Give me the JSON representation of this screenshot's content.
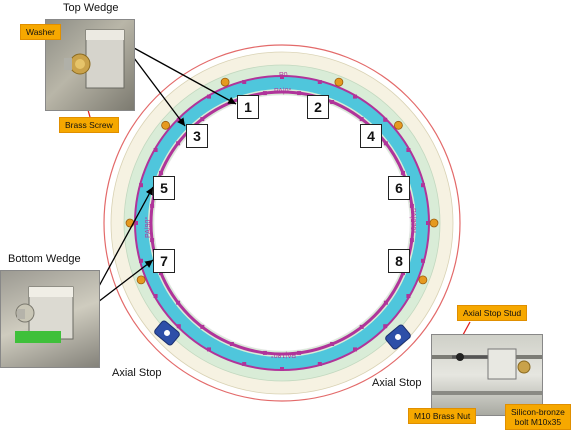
{
  "labels": {
    "top_wedge": "Top Wedge",
    "bottom_wedge": "Bottom Wedge",
    "axial_stop_left": "Axial Stop",
    "axial_stop_right": "Axial Stop"
  },
  "callouts": {
    "washer": "Washer",
    "brass_screw": "Brass Screw",
    "axial_stop_stud": "Axial Stop Stud",
    "m10_brass_nut": "M10 Brass Nut",
    "bolt_line1": "Silicon-bronze",
    "bolt_line2": "bolt M10x35"
  },
  "positions": [
    "1",
    "2",
    "3",
    "4",
    "5",
    "6",
    "7",
    "8"
  ],
  "ring_text": {
    "p0": "P0",
    "pa0": "PA|0°",
    "pa90": "PA|90°",
    "pa180": "PA|180°",
    "pa270": "PA|270°"
  },
  "colors": {
    "callout_fill": "#f6a800",
    "ring_blue": "#4fc6dc",
    "ring_magenta": "#b0349a",
    "ring_green": "#d8ecd6",
    "ring_outer": "#f3eedc",
    "arrow_red": "#e02020",
    "arrow_black": "#000000"
  }
}
